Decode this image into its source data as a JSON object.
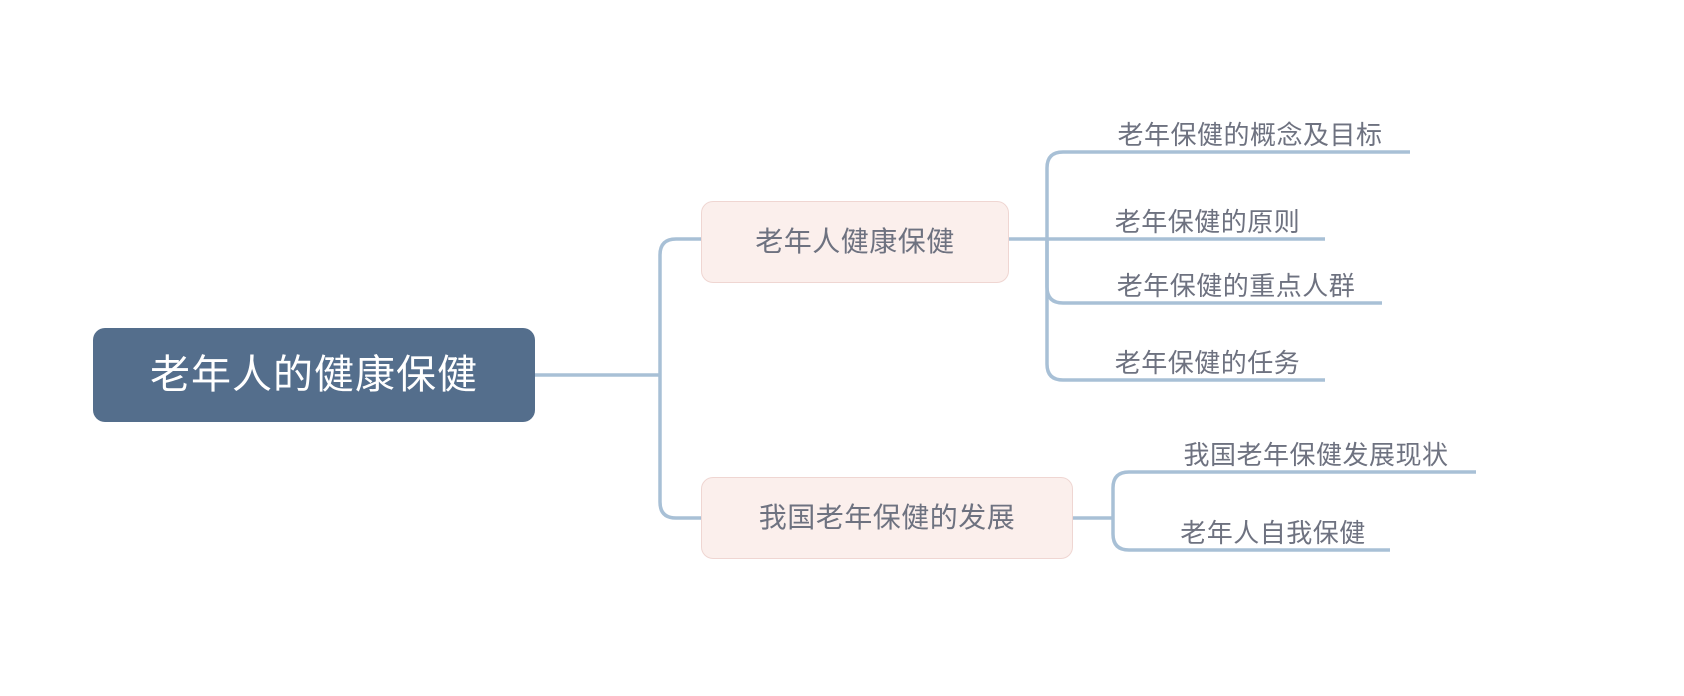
{
  "diagram": {
    "type": "mind-map",
    "title": "老年人的健康保健",
    "orientation": "left-to-right",
    "colors": {
      "root_fill": "#546E8C",
      "root_text": "#FFFFFF",
      "branch_fill": "#FBEFEC",
      "branch_border": "#EFD6D2",
      "branch_text": "#6E7280",
      "leaf_text": "#6E7280",
      "connector": "#A8C0D6",
      "background": "#FFFFFF"
    }
  },
  "root": {
    "label": "老年人的健康保健"
  },
  "branches": [
    {
      "label": "老年人健康保健",
      "leaves": [
        {
          "label": "老年保健的概念及目标"
        },
        {
          "label": "老年保健的原则"
        },
        {
          "label": "老年保健的重点人群"
        },
        {
          "label": "老年保健的任务"
        }
      ]
    },
    {
      "label": "我国老年保健的发展",
      "leaves": [
        {
          "label": "我国老年保健发展现状"
        },
        {
          "label": "老年人自我保健"
        }
      ]
    }
  ]
}
